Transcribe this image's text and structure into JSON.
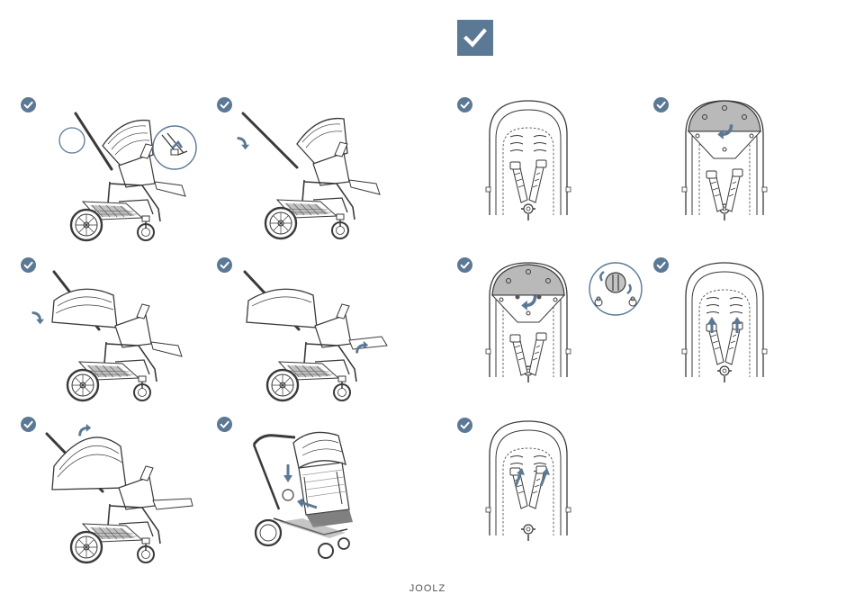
{
  "brand": "JOOLZ",
  "colors": {
    "accent": "#5b7895",
    "line": "#3a3a3a",
    "fill_gray": "#bdbdbd"
  },
  "header_icon": "checkmark-icon",
  "left_column": {
    "subject": "stroller",
    "steps": [
      {
        "icon": "check-circle-icon",
        "illustration": "stroller-seat-upright-with-detail-circle"
      },
      {
        "icon": "check-circle-icon",
        "illustration": "stroller-handle-fold-arrow"
      },
      {
        "icon": "check-circle-icon",
        "illustration": "stroller-seat-recline-back"
      },
      {
        "icon": "check-circle-icon",
        "illustration": "stroller-footrest-raise"
      },
      {
        "icon": "check-circle-icon",
        "illustration": "stroller-seat-raise-upright"
      },
      {
        "icon": "check-circle-icon",
        "illustration": "stroller-front-view-harness"
      }
    ]
  },
  "right_column": {
    "subject": "seat-harness",
    "steps": [
      {
        "icon": "check-circle-icon",
        "illustration": "seat-harness-plain"
      },
      {
        "icon": "check-circle-icon",
        "illustration": "seat-pad-fold-down"
      },
      {
        "icon": "check-circle-icon",
        "illustration": "seat-pad-attach-with-detail-circle"
      },
      {
        "icon": "check-circle-icon",
        "illustration": "harness-straps-down"
      },
      {
        "icon": "check-circle-icon",
        "illustration": "harness-straps-up"
      }
    ]
  }
}
